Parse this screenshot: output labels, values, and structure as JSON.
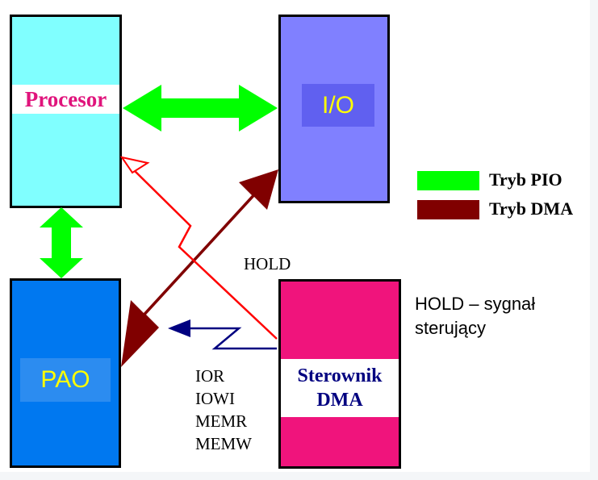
{
  "blocks": {
    "procesor": {
      "label": "Procesor",
      "fill": "#80ffff",
      "label_color": "#e0147c"
    },
    "io": {
      "label": "I/O",
      "fill": "#8080ff",
      "label_bg": "#6060f0",
      "label_color": "#ffff00"
    },
    "pao": {
      "label": "PAO",
      "fill": "#0078f0",
      "label_bg": "#2c8cf0",
      "label_color": "#ffff00"
    },
    "sterownik": {
      "label_line1": "Sterownik",
      "label_line2": "DMA",
      "fill": "#f0147c",
      "label_color": "#000080"
    }
  },
  "legend": {
    "pio": {
      "label": "Tryb PIO",
      "color": "#00ff00"
    },
    "dma": {
      "label": "Tryb DMA",
      "color": "#800000"
    }
  },
  "hold_label": "HOLD",
  "hold_color": "#ff0000",
  "control_color": "#000080",
  "signals": [
    "IOR",
    "IOWI",
    "MEMR",
    "MEMW"
  ],
  "note": {
    "line1": "HOLD – sygnał",
    "line2": "sterujący"
  }
}
